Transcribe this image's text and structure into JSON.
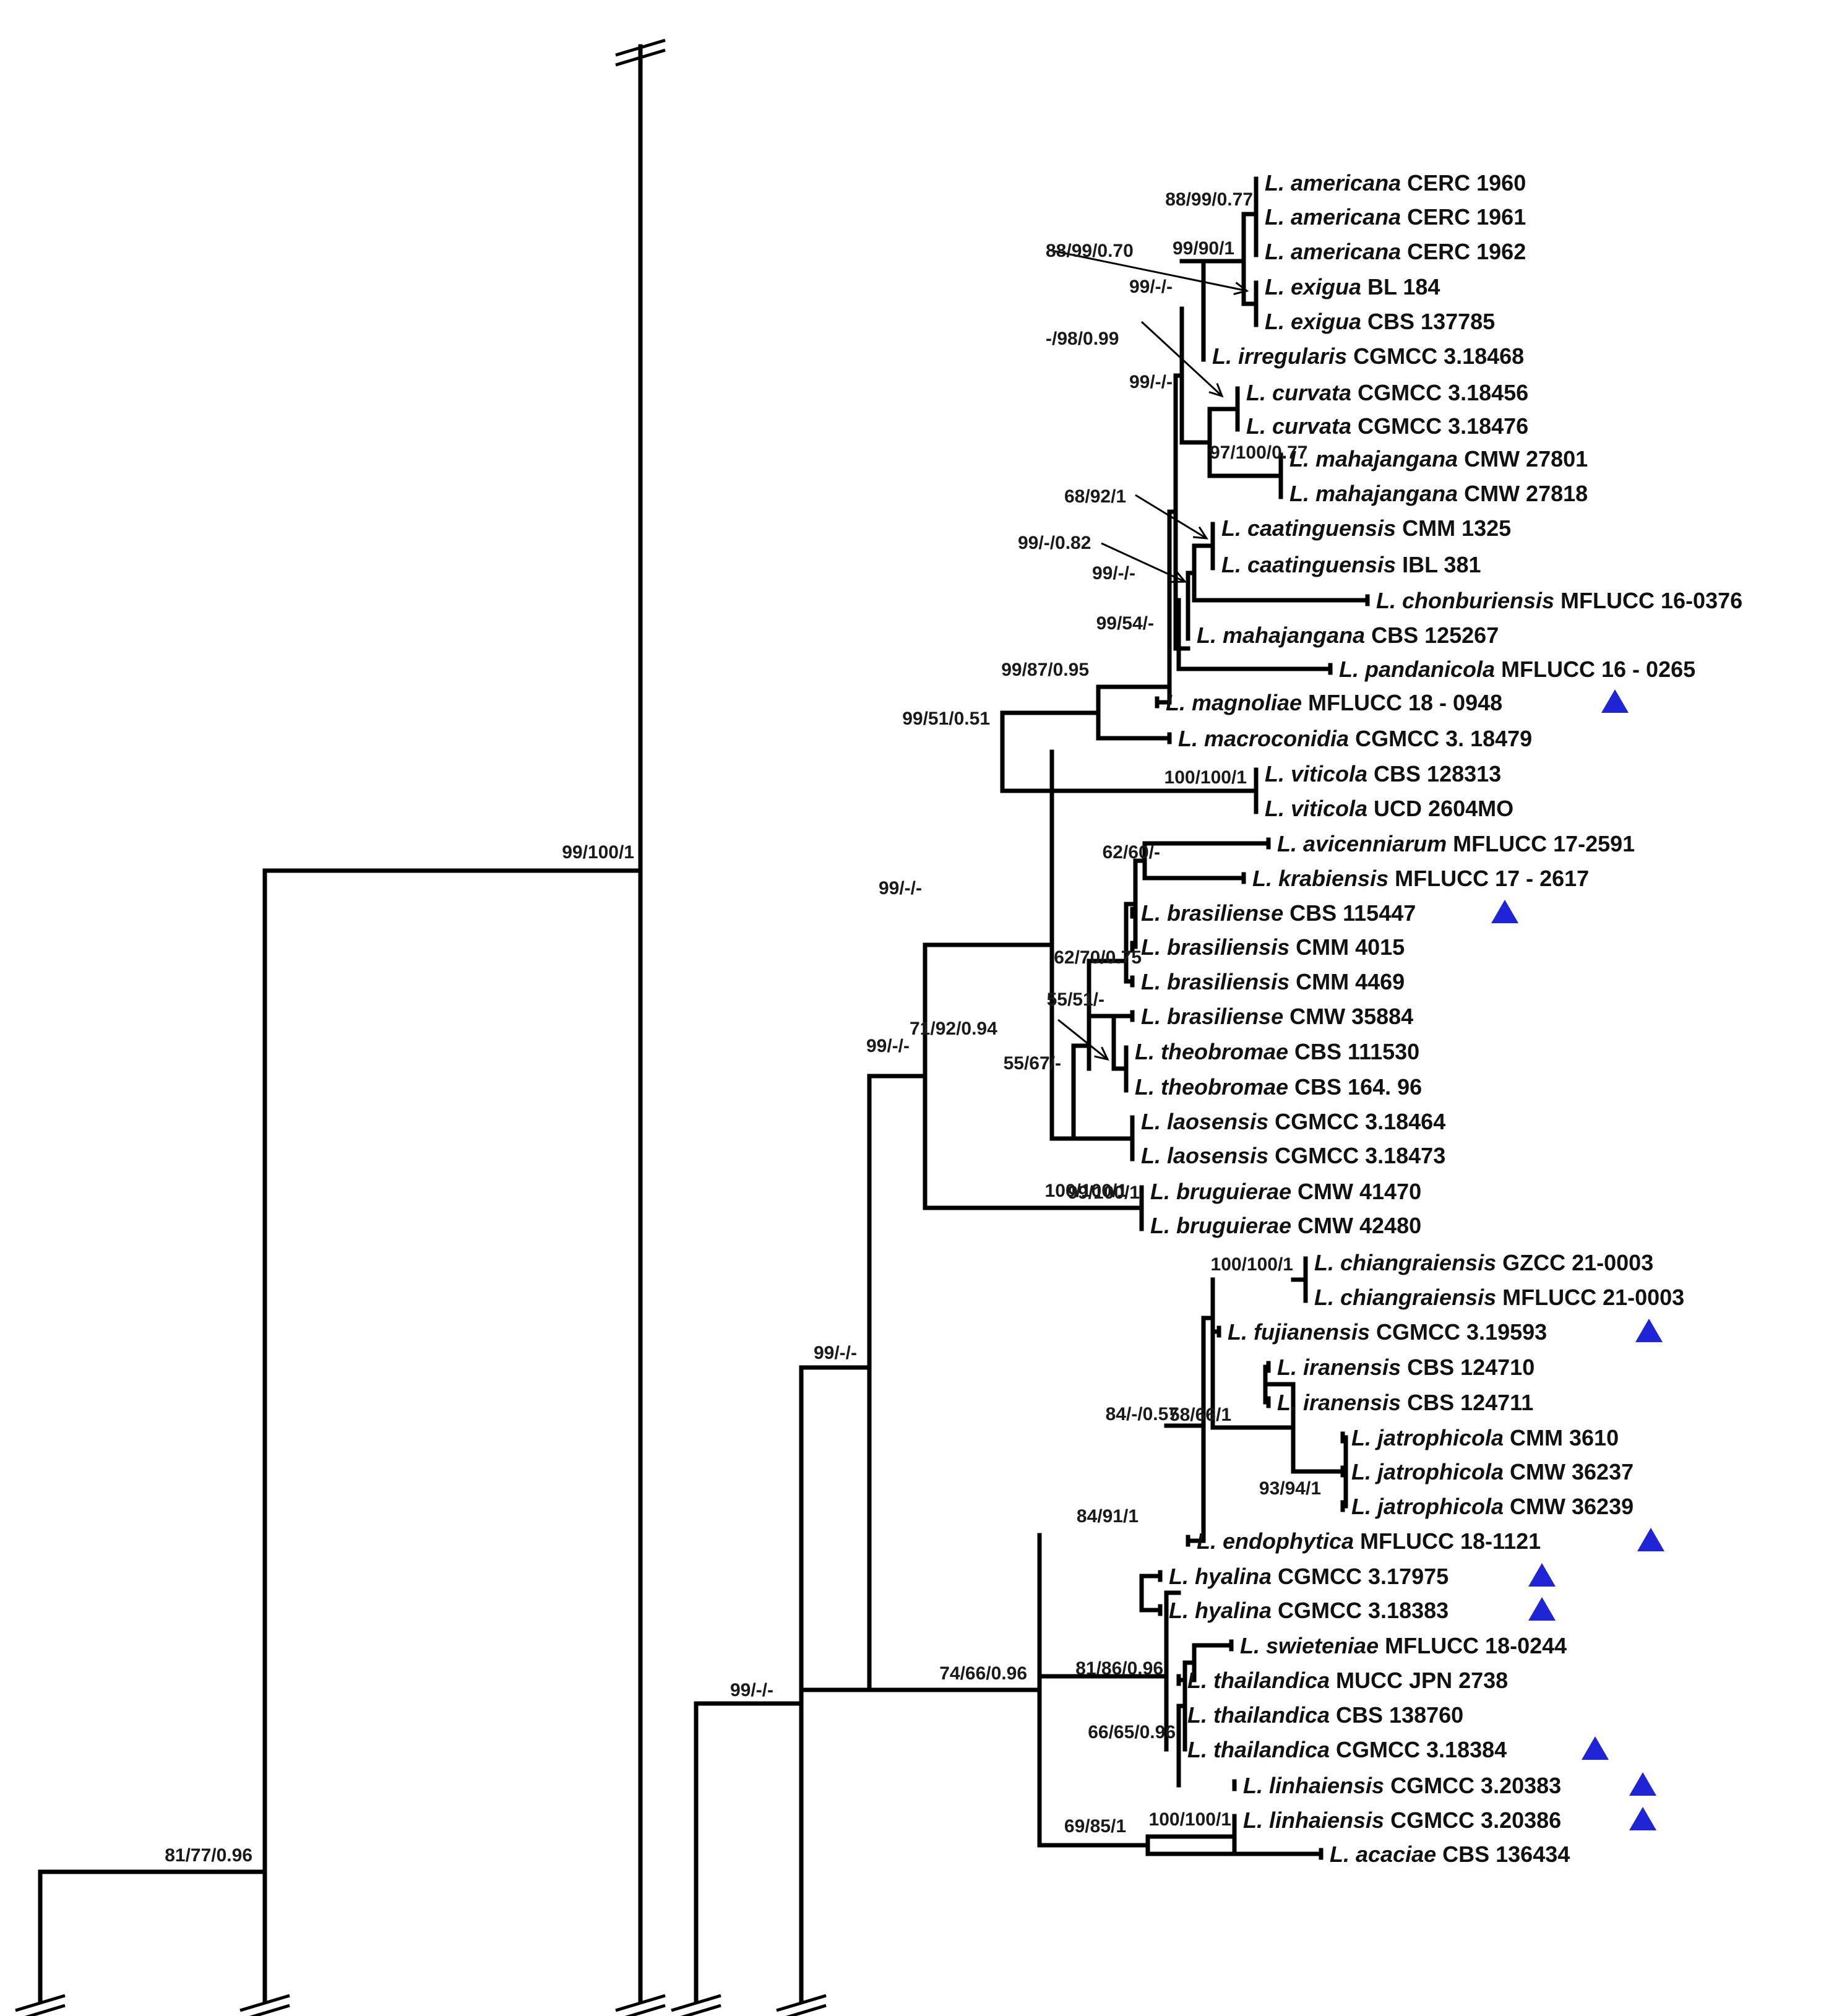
{
  "figure": {
    "type": "phylogenetic-tree",
    "marker_color": "#1f24d6",
    "marker_icon": "blue-triangle-icon"
  },
  "taxa": [
    {
      "genus": "L.",
      "species": "americana",
      "strain": "CERC 1960",
      "marker": false
    },
    {
      "genus": "L.",
      "species": "americana",
      "strain": "CERC 1961",
      "marker": false
    },
    {
      "genus": "L.",
      "species": "americana",
      "strain": "CERC 1962",
      "marker": false
    },
    {
      "genus": "L.",
      "species": "exigua",
      "strain": "BL 184",
      "marker": false
    },
    {
      "genus": "L.",
      "species": "exigua",
      "strain": "CBS 137785",
      "marker": false
    },
    {
      "genus": "L.",
      "species": "irregularis",
      "strain": "CGMCC 3.18468",
      "marker": false
    },
    {
      "genus": "L.",
      "species": "curvata",
      "strain": "CGMCC 3.18456",
      "marker": false
    },
    {
      "genus": "L.",
      "species": "curvata",
      "strain": "CGMCC 3.18476",
      "marker": false
    },
    {
      "genus": "L.",
      "species": "mahajangana",
      "strain": "CMW 27801",
      "marker": false
    },
    {
      "genus": "L.",
      "species": "mahajangana",
      "strain": "CMW 27818",
      "marker": false
    },
    {
      "genus": "L.",
      "species": "caatinguensis",
      "strain": "CMM 1325",
      "marker": false
    },
    {
      "genus": "L.",
      "species": "caatinguensis",
      "strain": "IBL 381",
      "marker": false
    },
    {
      "genus": "L.",
      "species": "chonburiensis",
      "strain": "MFLUCC 16-0376",
      "marker": false
    },
    {
      "genus": "L.",
      "species": "mahajangana",
      "strain": "CBS 125267",
      "marker": false
    },
    {
      "genus": "L.",
      "species": "pandanicola",
      "strain": "MFLUCC 16 - 0265",
      "marker": false
    },
    {
      "genus": "L.",
      "species": "magnoliae",
      "strain": "MFLUCC 18 - 0948",
      "marker": true
    },
    {
      "genus": "L.",
      "species": "macroconidia",
      "strain": "CGMCC 3. 18479",
      "marker": false
    },
    {
      "genus": "L.",
      "species": "viticola",
      "strain": "CBS 128313",
      "marker": false
    },
    {
      "genus": "L.",
      "species": "viticola",
      "strain": "UCD 2604MO",
      "marker": false
    },
    {
      "genus": "L.",
      "species": "avicenniarum",
      "strain": "MFLUCC 17-2591",
      "marker": false
    },
    {
      "genus": "L.",
      "species": "krabiensis",
      "strain": "MFLUCC 17 - 2617",
      "marker": false
    },
    {
      "genus": "L.",
      "species": "brasiliense",
      "strain": "CBS 115447",
      "marker": true
    },
    {
      "genus": "L.",
      "species": "brasiliensis",
      "strain": "CMM 4015",
      "marker": false
    },
    {
      "genus": "L.",
      "species": "brasiliensis",
      "strain": "CMM 4469",
      "marker": false
    },
    {
      "genus": "L.",
      "species": "brasiliense",
      "strain": "CMW 35884",
      "marker": false
    },
    {
      "genus": "L.",
      "species": "theobromae",
      "strain": "CBS 111530",
      "marker": false
    },
    {
      "genus": "L.",
      "species": "theobromae",
      "strain": "CBS 164. 96",
      "marker": false
    },
    {
      "genus": "L.",
      "species": "laosensis",
      "strain": "CGMCC 3.18464",
      "marker": false
    },
    {
      "genus": "L.",
      "species": "laosensis",
      "strain": "CGMCC 3.18473",
      "marker": false
    },
    {
      "genus": "L.",
      "species": "bruguierae",
      "strain": "CMW 41470",
      "marker": false
    },
    {
      "genus": "L.",
      "species": "bruguierae",
      "strain": "CMW 42480",
      "marker": false
    },
    {
      "genus": "L.",
      "species": "chiangraiensis",
      "strain": "GZCC 21-0003",
      "marker": false
    },
    {
      "genus": "L.",
      "species": "chiangraiensis",
      "strain": "MFLUCC 21-0003",
      "marker": false
    },
    {
      "genus": "L.",
      "species": "fujianensis",
      "strain": "CGMCC 3.19593",
      "marker": true
    },
    {
      "genus": "L.",
      "species": "iranensis",
      "strain": "CBS 124710",
      "marker": false
    },
    {
      "genus": "L.",
      "species": "iranensis",
      "strain": "CBS 124711",
      "marker": false
    },
    {
      "genus": "L.",
      "species": "jatrophicola",
      "strain": "CMM 3610",
      "marker": false
    },
    {
      "genus": "L.",
      "species": "jatrophicola",
      "strain": "CMW 36237",
      "marker": false
    },
    {
      "genus": "L.",
      "species": "jatrophicola",
      "strain": "CMW 36239",
      "marker": false
    },
    {
      "genus": "L.",
      "species": "endophytica",
      "strain": "MFLUCC 18-1121",
      "marker": true
    },
    {
      "genus": "L.",
      "species": "hyalina",
      "strain": "CGMCC 3.17975",
      "marker": true
    },
    {
      "genus": "L.",
      "species": "hyalina",
      "strain": "CGMCC 3.18383",
      "marker": true
    },
    {
      "genus": "L.",
      "species": "swieteniae",
      "strain": "MFLUCC 18-0244",
      "marker": false
    },
    {
      "genus": "L.",
      "species": "thailandica",
      "strain": "MUCC JPN 2738",
      "marker": false
    },
    {
      "genus": "L.",
      "species": "thailandica",
      "strain": "CBS 138760",
      "marker": false
    },
    {
      "genus": "L.",
      "species": "thailandica",
      "strain": "CGMCC 3.18384",
      "marker": true
    },
    {
      "genus": "L.",
      "species": "linhaiensis",
      "strain": "CGMCC 3.20383",
      "marker": true
    },
    {
      "genus": "L.",
      "species": "linhaiensis",
      "strain": "CGMCC 3.20386",
      "marker": true
    },
    {
      "genus": "L.",
      "species": "acaciae",
      "strain": "CBS 136434",
      "marker": false
    }
  ],
  "supports": [
    "88/99/0.77",
    "88/99/0.70",
    "99/90/1",
    "99/-/-",
    "-/98/0.99",
    "99/-/-",
    "97/100/0.77",
    "68/92/1",
    "99/-/0.82",
    "99/-/-",
    "99/54/-",
    "99/87/0.95",
    "99/51/0.51",
    "100/100/1",
    "99/100/1",
    "62/60/-",
    "62/70/0.75",
    "55/51/-",
    "71/92/0.94",
    "55/67/-",
    "100/100/1",
    "99/-/-",
    "99/-/-",
    "99/100/1",
    "100/100/1",
    "84/-/0.57",
    "58/66/1",
    "93/94/1",
    "84/91/1",
    "81/86/0.96",
    "66/65/0.96",
    "74/66/0.96",
    "100/100/1",
    "69/85/1",
    "99/-/-",
    "99/-/-",
    "81/77/0.96"
  ]
}
